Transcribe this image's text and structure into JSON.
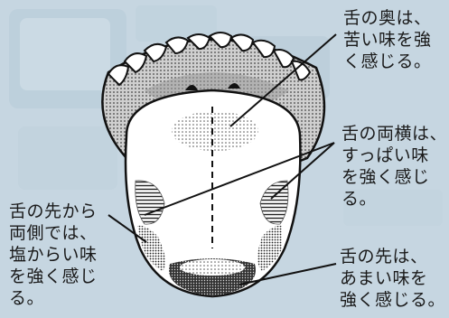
{
  "labels": {
    "back": "舌の奥は、\n苦い味を強\nく感じる。",
    "sides": "舌の両横は、\nすっぱい味\nを強く感じ\nる。",
    "edge": "舌の先から\n両側では、\n塩からい味\nを強く感じ\nる。",
    "tip": "舌の先は、\nあまい味を\n強く感じる。"
  },
  "colors": {
    "background": "#c8d8e2",
    "ink": "#1a1a1a",
    "tongue": "#ffffff",
    "mouth_interior": "#d8d8d8"
  }
}
